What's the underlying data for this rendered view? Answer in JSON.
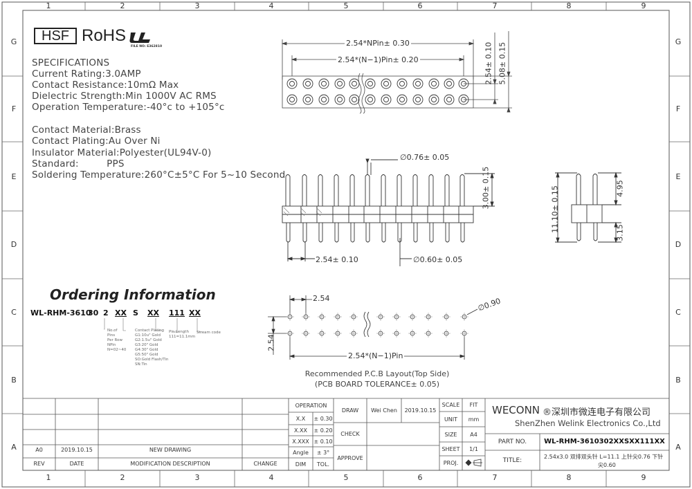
{
  "border": {
    "columns": [
      "1",
      "2",
      "3",
      "4",
      "5",
      "6",
      "7",
      "8",
      "9"
    ],
    "rows": [
      "G",
      "F",
      "E",
      "D",
      "C",
      "B",
      "A"
    ]
  },
  "header": {
    "hsf": "HSF",
    "rohs": "RoHS",
    "ul_file": "FILE NO: E362810"
  },
  "specs": [
    "SPECIFICATIONS",
    "Current Rating:3.0AMP",
    "Contact Resistance:10mΩ Max",
    "Dielectric Strength:Min 1000V AC RMS",
    "Operation Temperature:-40°c to +105°c",
    "Contact Material:Brass",
    "Contact Plating:Au Over Ni",
    "Insulator Material:Polyester(UL94V-0)",
    "Standard:         PPS",
    "Soldering Temperature:260°C±5°C For 5~10 Second"
  ],
  "ordering": {
    "title": "Ordering Information",
    "code_parts": [
      "WL-RHM-3610",
      "30",
      "2",
      "XX",
      "S",
      "XX",
      "111",
      "XX"
    ],
    "notes": {
      "pins": "No.of\nPins\nPer Row\nNPin\nN=02~40",
      "plating": "Contact Plating\nG1:10u\" Gold\nG2:1.5u\" Gold\nG3:20\" Gold\nG4:30\" Gold\nG5:50\" Gold\nSO:Gold Flash/Tin\nSN:Tin",
      "length": "Pin Length\n111=11.1mm",
      "stream": "Stream code"
    }
  },
  "dimensions": {
    "top_total": "2.54*NPin± 0.30",
    "top_inner": "2.54*(N−1)Pin± 0.20",
    "row_pitch": "2.54± 0.10",
    "row_width": "5.08± 0.15",
    "pin_dia_top": "∅0.76± 0.05",
    "pin_height_top": "3.00± 0.15",
    "pitch_side": "2.54± 0.10",
    "pin_dia_bottom": "∅0.60± 0.05",
    "total_height": "11.10± 0.15",
    "upper_len": "4.95",
    "lower_len": "3.15",
    "pcb_pitch": "2.54",
    "pcb_hole": "∅0.90",
    "pcb_row": "2.54",
    "pcb_span": "2.54*(N−1)Pin"
  },
  "pcb_note": [
    "Recommended P.C.B Layout(Top Side)",
    "(PCB BOARD TOLERANCE± 0.05)"
  ],
  "title_block": {
    "revision": {
      "rev": "A0",
      "date": "2019.10.15",
      "description": "NEW DRAWING"
    },
    "rev_headers": [
      "REV",
      "DATE",
      "MODIFICATION DESCRIPTION",
      "CHANGE"
    ],
    "operation": "OPERATION",
    "tolerances": [
      {
        "dim": "X.X",
        "tol": "± 0.30"
      },
      {
        "dim": "X.XX",
        "tol": "± 0.20"
      },
      {
        "dim": "X.XXX",
        "tol": "± 0.10"
      },
      {
        "dim": "Angle",
        "tol": "± 3°"
      }
    ],
    "dim_label": "DIM",
    "tol_label": "TOL.",
    "draw": "DRAW",
    "check": "CHECK",
    "approve": "APPROVE",
    "drawer": "Wei Chen",
    "draw_date": "2019.10.15",
    "scale_label": "SCALE",
    "scale_value": "FIT",
    "unit_label": "UNIT",
    "unit_value": "mm",
    "size_label": "SIZE",
    "size_value": "A4",
    "sheet_label": "SHEET",
    "sheet_value": "1/1",
    "proj_label": "PROJ.",
    "company_brand": "WECONN",
    "company_cn": "®深圳市微连电子有限公司",
    "company_en": "ShenZhen Welink Electronics Co.,Ltd",
    "part_no_label": "PART NO.",
    "part_no": "WL-RHM-3610302XXSXX111XX",
    "title_label": "TITLE:",
    "title_line1": "2.54x3.0  双排双头针  L=11.1  上针尖0.76  下针",
    "title_line2": "尖0.60"
  }
}
